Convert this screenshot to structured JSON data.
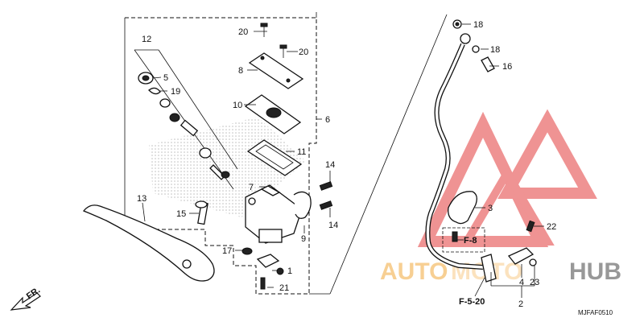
{
  "callouts": [
    {
      "id": "c12",
      "text": "12"
    },
    {
      "id": "c5",
      "text": "5"
    },
    {
      "id": "c19",
      "text": "19"
    },
    {
      "id": "c13",
      "text": "13"
    },
    {
      "id": "c15",
      "text": "15"
    },
    {
      "id": "c20a",
      "text": "20"
    },
    {
      "id": "c20b",
      "text": "20"
    },
    {
      "id": "c8",
      "text": "8"
    },
    {
      "id": "c10",
      "text": "10"
    },
    {
      "id": "c6",
      "text": "6"
    },
    {
      "id": "c11",
      "text": "11"
    },
    {
      "id": "c14a",
      "text": "14"
    },
    {
      "id": "c14b",
      "text": "14"
    },
    {
      "id": "c7",
      "text": "7"
    },
    {
      "id": "c9",
      "text": "9"
    },
    {
      "id": "c17",
      "text": "17"
    },
    {
      "id": "c1",
      "text": "1"
    },
    {
      "id": "c21",
      "text": "21"
    },
    {
      "id": "c18a",
      "text": "18"
    },
    {
      "id": "c18b",
      "text": "18"
    },
    {
      "id": "c16",
      "text": "16"
    },
    {
      "id": "c3",
      "text": "3"
    },
    {
      "id": "c22",
      "text": "22"
    },
    {
      "id": "c4",
      "text": "4"
    },
    {
      "id": "c23",
      "text": "23"
    },
    {
      "id": "c2",
      "text": "2"
    }
  ],
  "references": {
    "f8": "F-8",
    "f520": "F-5-20"
  },
  "direction": "FR.",
  "diagram_code": "MJFAF0510",
  "watermark": {
    "text_left": "AUTO",
    "text_mid": "MOTO",
    "text_right": "HUB",
    "color_red": "#e23b3b",
    "color_orange": "#f2a93b",
    "color_dark": "#444444"
  }
}
